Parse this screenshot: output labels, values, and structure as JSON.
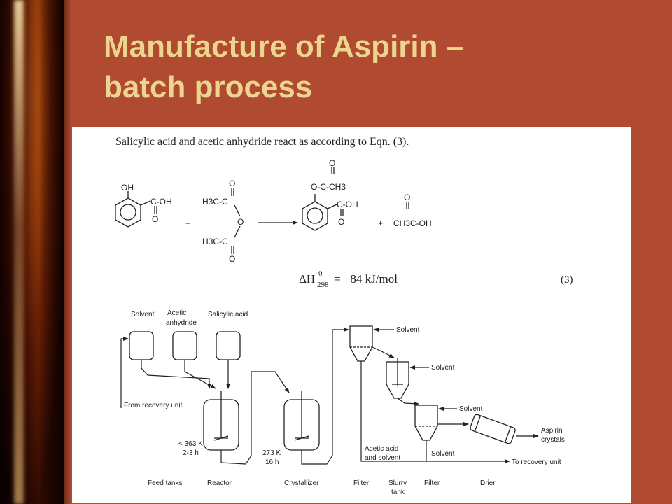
{
  "slide": {
    "title_line1": "Manufacture of Aspirin –",
    "title_line2": "batch process"
  },
  "figure": {
    "caption": "Salicylic acid and acetic anhydride react as according to Eqn. (3).",
    "reaction": {
      "salicylic_acid": {
        "oh": "OH",
        "acid": "C-OH",
        "carbonyl_o": "O"
      },
      "plus1": "+",
      "anhydride": {
        "top_o": "O",
        "top": "H3C-C",
        "bridge_o": "O",
        "bottom": "H3C-C",
        "bottom_o": "O"
      },
      "aspirin": {
        "carbonyl_o": "O",
        "ester": "O-C-CH3",
        "acid": "C-OH",
        "acid_o": "O"
      },
      "plus2": "+",
      "acetic_acid": {
        "carbonyl_o": "O",
        "formula": "CH3C-OH"
      },
      "enthalpy_symbol": "ΔH",
      "enthalpy_sup": "0",
      "enthalpy_sub": "298",
      "enthalpy_value": "= −84 kJ/mol",
      "equation_number": "(3)"
    },
    "flowsheet": {
      "feed_solvent": "Solvent",
      "feed_acetic_line1": "Acetic",
      "feed_acetic_line2": "anhydride",
      "feed_salicylic": "Salicylic acid",
      "from_recovery": "From recovery unit",
      "reactor_cond_line1": "< 363 K",
      "reactor_cond_line2": "2-3 h",
      "cryst_cond_line1": "273 K",
      "cryst_cond_line2": "16 h",
      "solvent_1": "Solvent",
      "solvent_2": "Solvent",
      "solvent_3": "Solvent",
      "solvent_4": "Solvent",
      "acetic_and_solvent_line1": "Acetic acid",
      "acetic_and_solvent_line2": "and solvent",
      "to_recovery": "To recovery unit",
      "product_line1": "Aspirin",
      "product_line2": "crystals",
      "label_feed_tanks": "Feed tanks",
      "label_reactor": "Reactor",
      "label_crystallizer": "Crystallizer",
      "label_filter1": "Filter",
      "label_slurry_line1": "Slurry",
      "label_slurry_line2": "tank",
      "label_filter2": "Filter",
      "label_drier": "Drier"
    }
  }
}
